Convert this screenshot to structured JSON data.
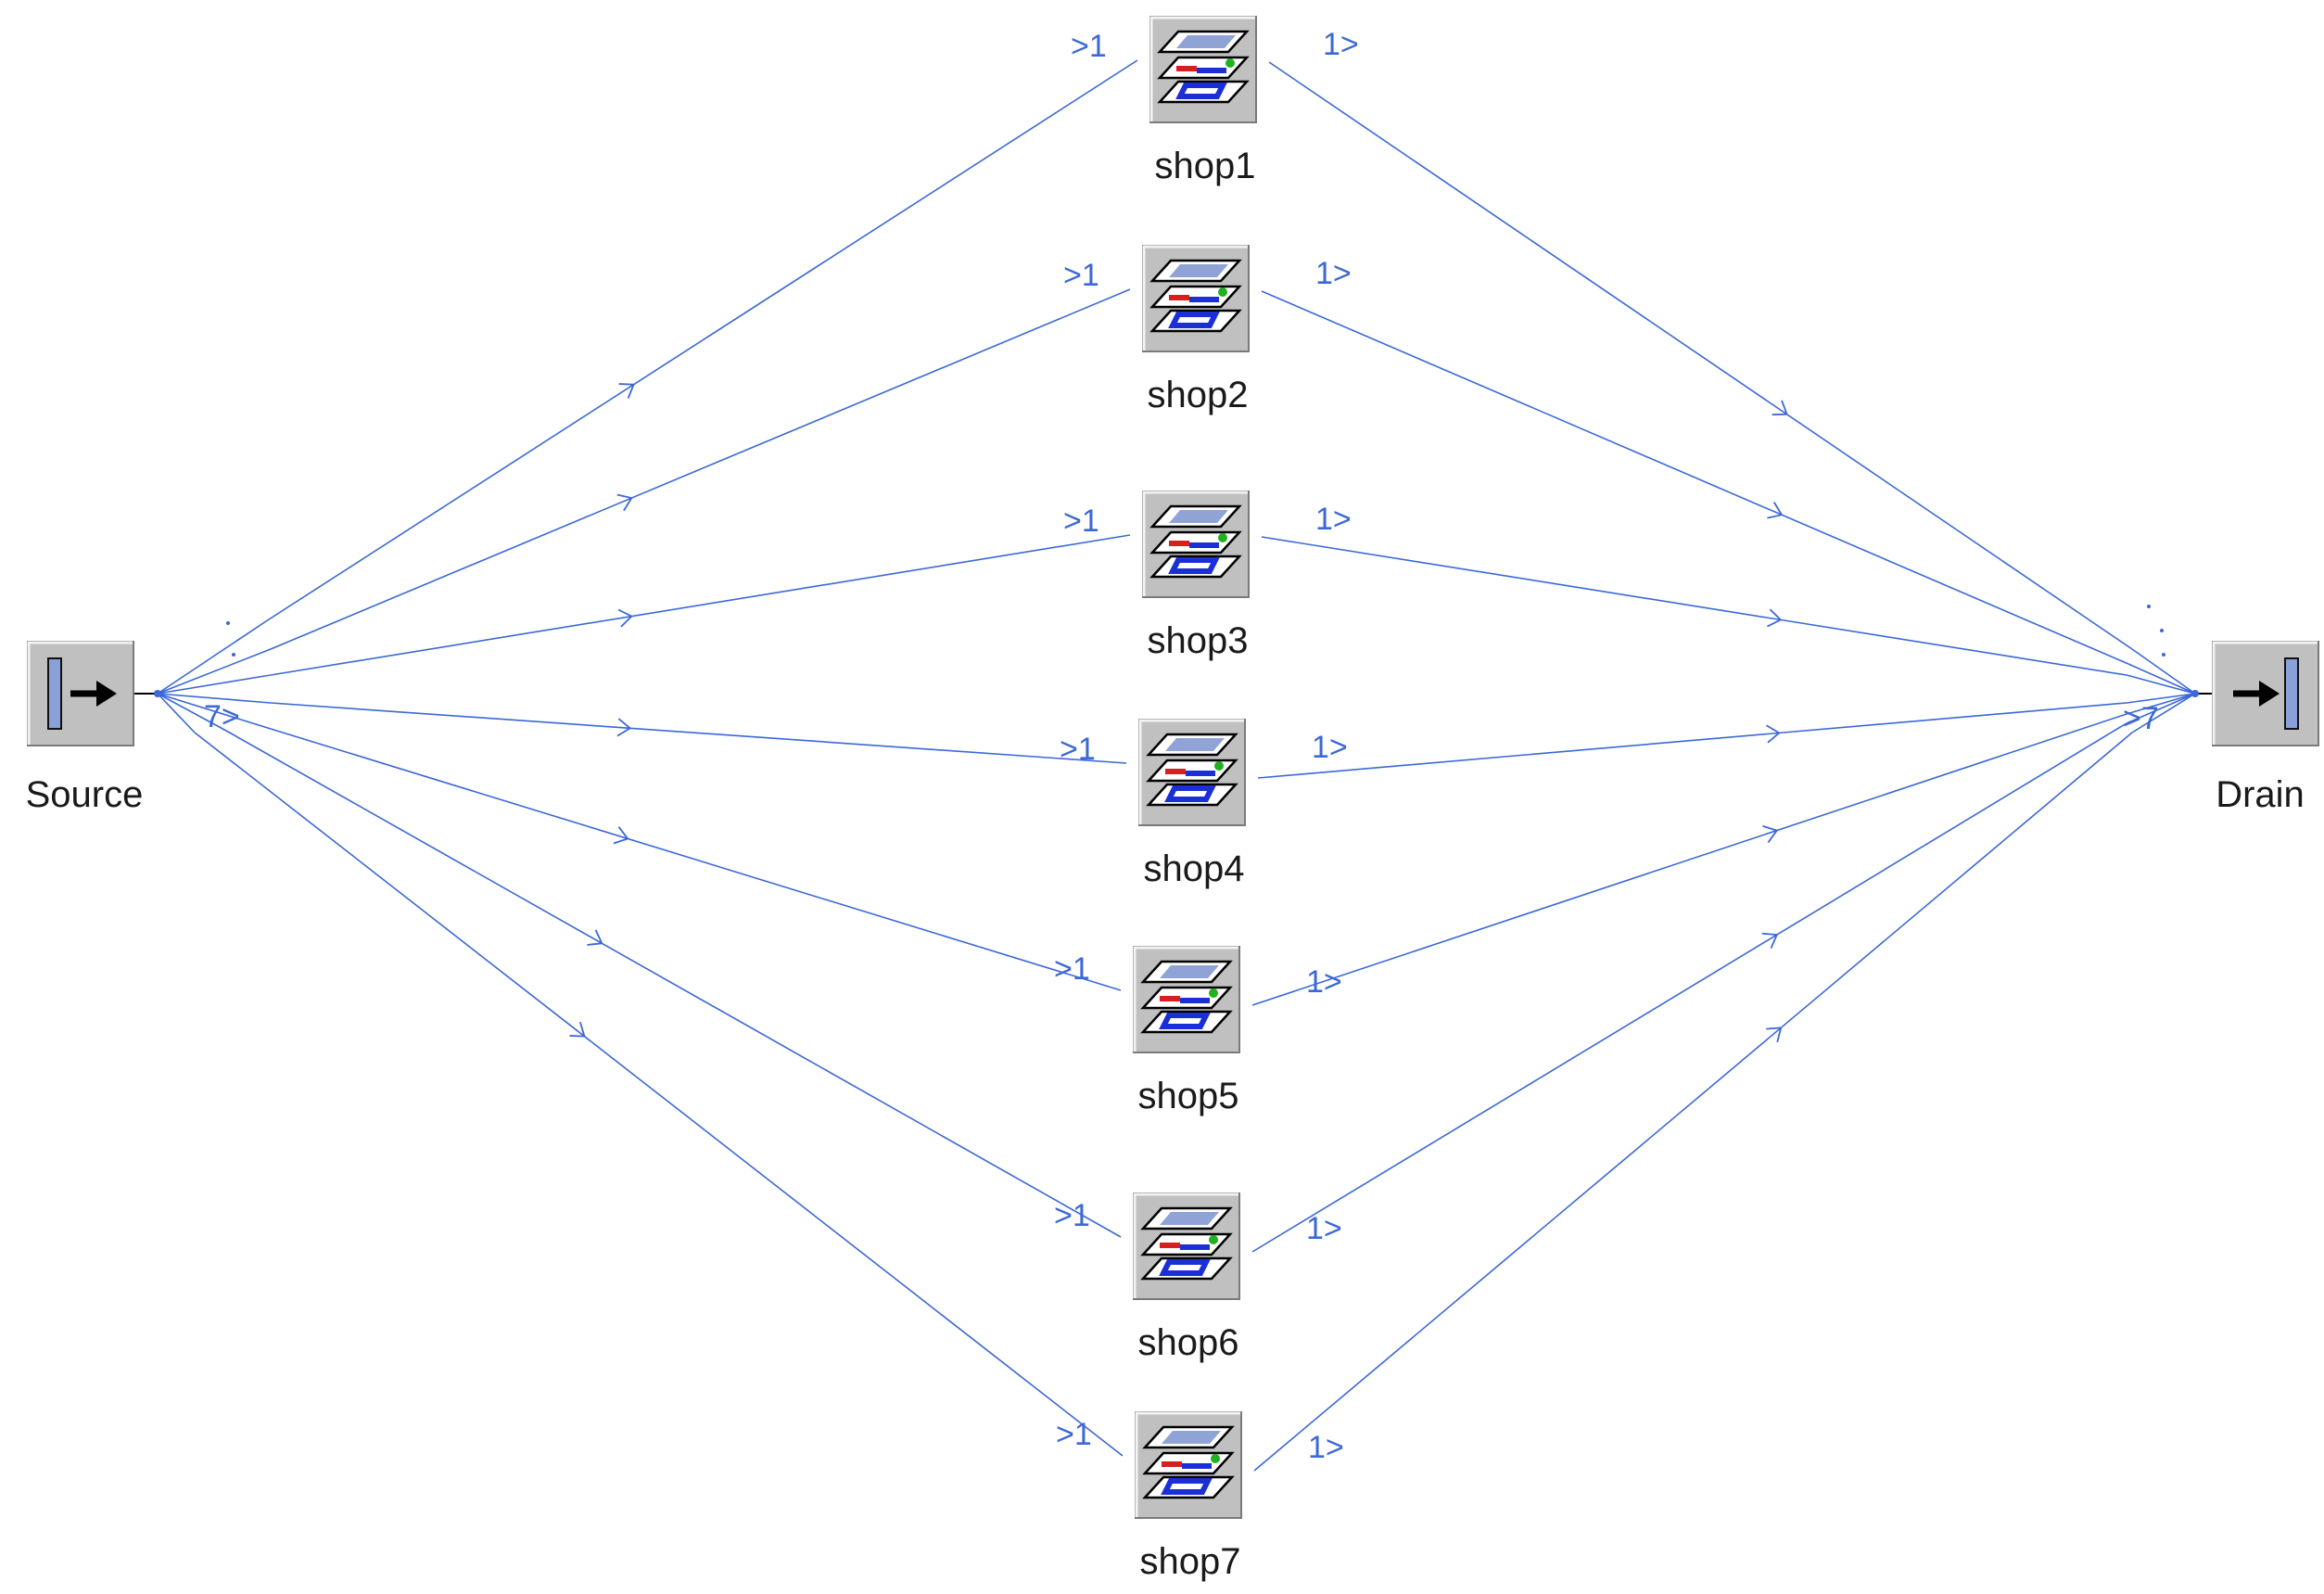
{
  "colors": {
    "edge": "#3b68d6",
    "icon_bg": "#c0c0c0",
    "layer_fill": "#ffffff",
    "layer_top": "#8fa3d6",
    "layer_blue": "#1a2fd6",
    "layer_red": "#d62020",
    "layer_green": "#20b020"
  },
  "source": {
    "label": "Source",
    "icon": "source-arrow-icon",
    "out_port": "7>"
  },
  "drain": {
    "label": "Drain",
    "icon": "drain-arrow-icon",
    "in_port": ">7"
  },
  "shops": [
    {
      "label": "shop1",
      "in_port": ">1",
      "out_port": "1>",
      "icon": "layers-stack-icon"
    },
    {
      "label": "shop2",
      "in_port": ">1",
      "out_port": "1>",
      "icon": "layers-stack-icon"
    },
    {
      "label": "shop3",
      "in_port": ">1",
      "out_port": "1>",
      "icon": "layers-stack-icon"
    },
    {
      "label": "shop4",
      "in_port": ">1",
      "out_port": "1>",
      "icon": "layers-stack-icon"
    },
    {
      "label": "shop5",
      "in_port": ">1",
      "out_port": "1>",
      "icon": "layers-stack-icon"
    },
    {
      "label": "shop6",
      "in_port": ">1",
      "out_port": "1>",
      "icon": "layers-stack-icon"
    },
    {
      "label": "shop7",
      "in_port": ">1",
      "out_port": "1>",
      "icon": "layers-stack-icon"
    }
  ]
}
